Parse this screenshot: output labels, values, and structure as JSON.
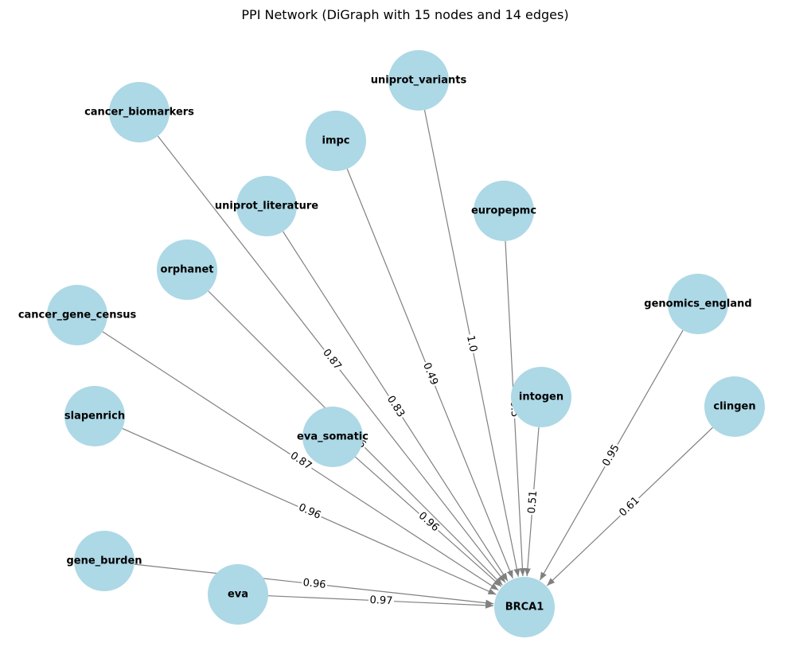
{
  "title": "PPI Network (DiGraph with 15 nodes and 14 edges)",
  "colors": {
    "node_fill": "#add8e6",
    "edge_stroke": "#808080",
    "text": "#000000",
    "background": "#ffffff"
  },
  "graph": {
    "type": "directed",
    "target": "BRCA1",
    "nodes": [
      "BRCA1",
      "cancer_biomarkers",
      "uniprot_variants",
      "impc",
      "uniprot_literature",
      "europepmc",
      "orphanet",
      "cancer_gene_census",
      "genomics_england",
      "intogen",
      "slapenrich",
      "eva_somatic",
      "clingen",
      "gene_burden",
      "eva"
    ],
    "edges": [
      {
        "source": "cancer_biomarkers",
        "target": "BRCA1",
        "weight": "0.87"
      },
      {
        "source": "uniprot_variants",
        "target": "BRCA1",
        "weight": "1.0"
      },
      {
        "source": "impc",
        "target": "BRCA1",
        "weight": "0.49"
      },
      {
        "source": "uniprot_literature",
        "target": "BRCA1",
        "weight": "0.83"
      },
      {
        "source": "europepmc",
        "target": "BRCA1",
        "weight": "0.5"
      },
      {
        "source": "orphanet",
        "target": "BRCA1",
        "weight": "0.96"
      },
      {
        "source": "cancer_gene_census",
        "target": "BRCA1",
        "weight": "0.87"
      },
      {
        "source": "genomics_england",
        "target": "BRCA1",
        "weight": "0.95"
      },
      {
        "source": "intogen",
        "target": "BRCA1",
        "weight": "0.51"
      },
      {
        "source": "slapenrich",
        "target": "BRCA1",
        "weight": "0.96"
      },
      {
        "source": "eva_somatic",
        "target": "BRCA1",
        "weight": "0.96"
      },
      {
        "source": "clingen",
        "target": "BRCA1",
        "weight": "0.61"
      },
      {
        "source": "gene_burden",
        "target": "BRCA1",
        "weight": "0.96"
      },
      {
        "source": "eva",
        "target": "BRCA1",
        "weight": "0.97"
      }
    ]
  }
}
